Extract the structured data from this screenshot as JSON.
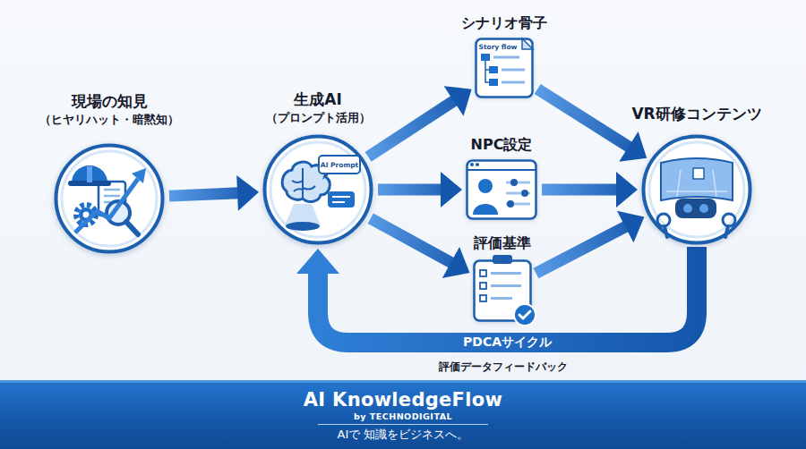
{
  "diagram": {
    "nodes": [
      {
        "text": [
          "現場の知見",
          "（ヒヤリハット・暗黙知）"
        ]
      },
      {
        "text": [
          "生成AI",
          "（プロンプト活用）"
        ]
      },
      {
        "text": [
          "シナリオ骨子"
        ]
      },
      {
        "text": [
          "NPC設定"
        ]
      },
      {
        "text": [
          "評価基準"
        ]
      },
      {
        "text": [
          "VR研修コンテンツ"
        ]
      },
      {
        "text": [
          "AI KnowledgeFlow",
          "by TECHNODIGITAL",
          "AIで 知識をビジネスへ。"
        ]
      }
    ],
    "edges": [
      {
        "from": 0,
        "to": 1,
        "arrow": "to"
      },
      {
        "from": 1,
        "to": 2,
        "arrow": "to"
      },
      {
        "from": 1,
        "to": 3,
        "arrow": "to"
      },
      {
        "from": 1,
        "to": 4,
        "arrow": "to"
      },
      {
        "from": 2,
        "to": 5,
        "arrow": "to"
      },
      {
        "from": 3,
        "to": 5,
        "arrow": "to"
      },
      {
        "from": 4,
        "to": 5,
        "arrow": "to"
      },
      {
        "from": 5,
        "to": 1,
        "label": "PDCAサイクル",
        "arrow": "to"
      }
    ],
    "labels": [
      "AI Prompt",
      "Story flow",
      "評価データフィードバック"
    ]
  }
}
